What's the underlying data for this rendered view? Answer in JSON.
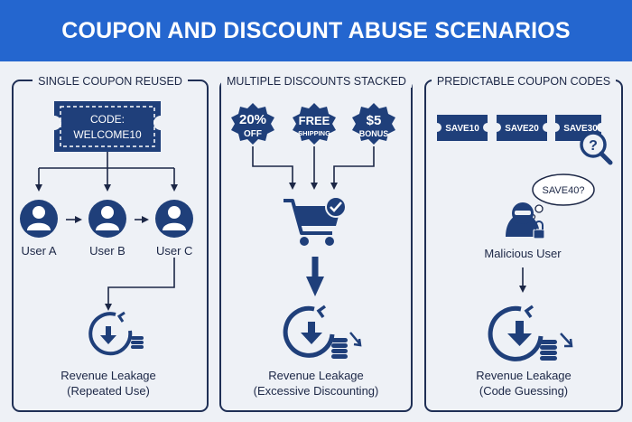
{
  "title": "COUPON AND DISCOUNT ABUSE SCENARIOS",
  "colors": {
    "banner": "#2466cf",
    "navy": "#1f3f7a",
    "ink": "#1c2746"
  },
  "panel1": {
    "title": "SINGLE COUPON REUSED",
    "coupon": {
      "line1": "CODE:",
      "line2": "WELCOME10"
    },
    "users": [
      "User A",
      "User B",
      "User C"
    ],
    "caption": {
      "line1": "Revenue Leakage",
      "line2": "(Repeated Use)"
    }
  },
  "panel2": {
    "title": "MULTIPLE DISCOUNTS STACKED",
    "badges": [
      {
        "line1": "20%",
        "line2": "OFF"
      },
      {
        "line1": "FREE",
        "line2": "SHIPPING"
      },
      {
        "line1": "$5",
        "line2": "BONUS"
      }
    ],
    "caption": {
      "line1": "Revenue Leakage",
      "line2": "(Excessive Discounting)"
    }
  },
  "panel3": {
    "title": "PREDICTABLE COUPON CODES",
    "codes": [
      "SAVE10",
      "SAVE20",
      "SAVE30"
    ],
    "guess": "SAVE40?",
    "actor": "Malicious User",
    "caption": {
      "line1": "Revenue Leakage",
      "line2": "(Code Guessing)"
    }
  }
}
